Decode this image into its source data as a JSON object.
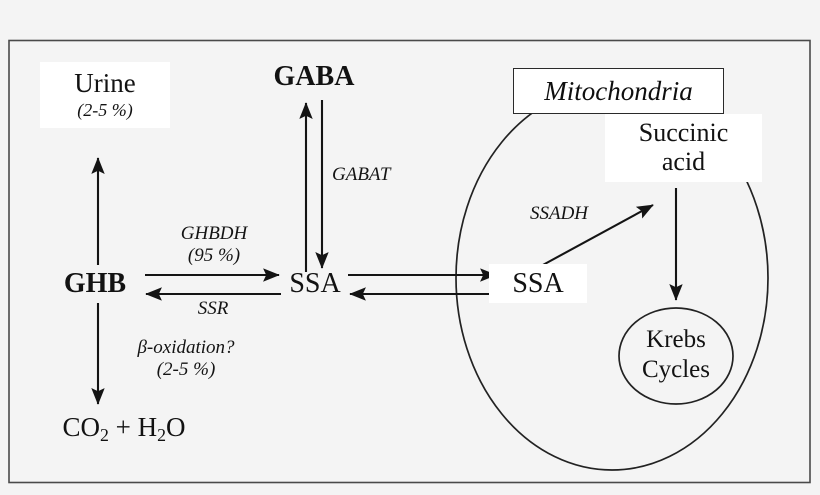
{
  "figure": {
    "title": "GHB metabolic pathway diagram",
    "background_color": "#f4f4f4",
    "line_color": "#1a1a1a",
    "frame_color": "#3a3a3a"
  },
  "nodes": {
    "urine": {
      "label": "Urine",
      "sublabel": "(2-5 %)"
    },
    "gaba": {
      "label": "GABA"
    },
    "ghb": {
      "label": "GHB"
    },
    "ssa_cytosol": {
      "label": "SSA"
    },
    "ssa_mitochondria": {
      "label": "SSA"
    },
    "co2_h2o": {
      "label_part1": "CO",
      "sub1": "2",
      "label_part2": " + H",
      "sub2": "2",
      "label_part3": "O"
    },
    "succinic_acid": {
      "line1": "Succinic",
      "line2": "acid"
    },
    "krebs": {
      "line1": "Krebs",
      "line2": "Cycles"
    },
    "mitochondria": {
      "label": "Mitochondria"
    }
  },
  "enzymes": {
    "gabat": {
      "label": "GABAT"
    },
    "ghbdh": {
      "line1": "GHBDH",
      "line2": "(95 %)"
    },
    "ssr": {
      "label": "SSR"
    },
    "beta_oxidation": {
      "line1": "β-oxidation?",
      "line2": "(2-5 %)"
    },
    "ssadh": {
      "label": "SSADH"
    }
  }
}
